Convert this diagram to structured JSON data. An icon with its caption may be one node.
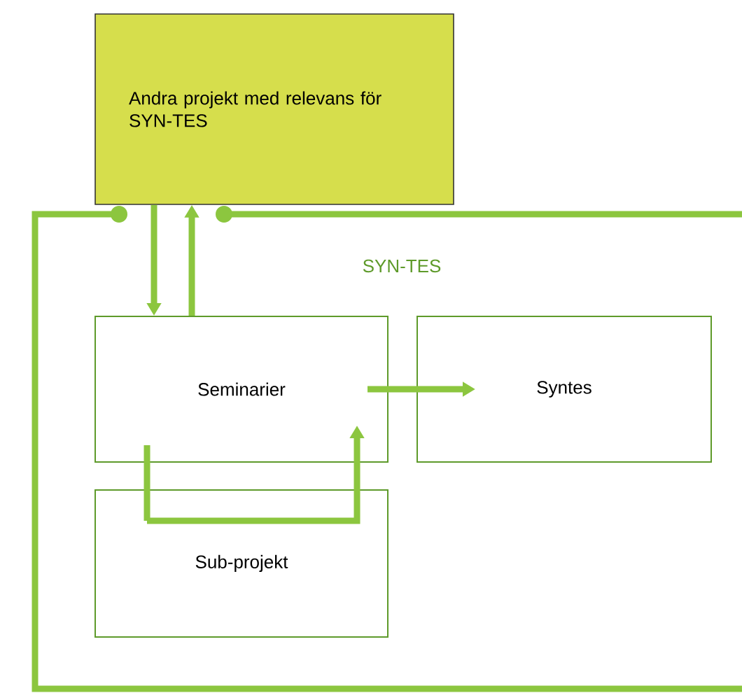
{
  "diagram": {
    "nodes": [
      {
        "text": [
          "Andra projekt med relevans för SYN-TES"
        ]
      },
      {
        "text": [
          "SYN-TES"
        ]
      },
      {
        "text": [
          "Seminarier"
        ],
        "in": 1
      },
      {
        "text": [
          "Syntes"
        ],
        "in": 1
      },
      {
        "text": [
          "Sub-projekt"
        ],
        "in": 1
      }
    ],
    "edges": [
      {
        "from": 0,
        "to": 2,
        "arrow": "to"
      },
      {
        "from": 2,
        "to": 0,
        "arrow": "to"
      },
      {
        "from": 2,
        "to": 3,
        "arrow": "to"
      },
      {
        "from": 2,
        "to": 4,
        "arrow": "none"
      },
      {
        "from": 4,
        "to": 2,
        "arrow": "to"
      }
    ]
  }
}
